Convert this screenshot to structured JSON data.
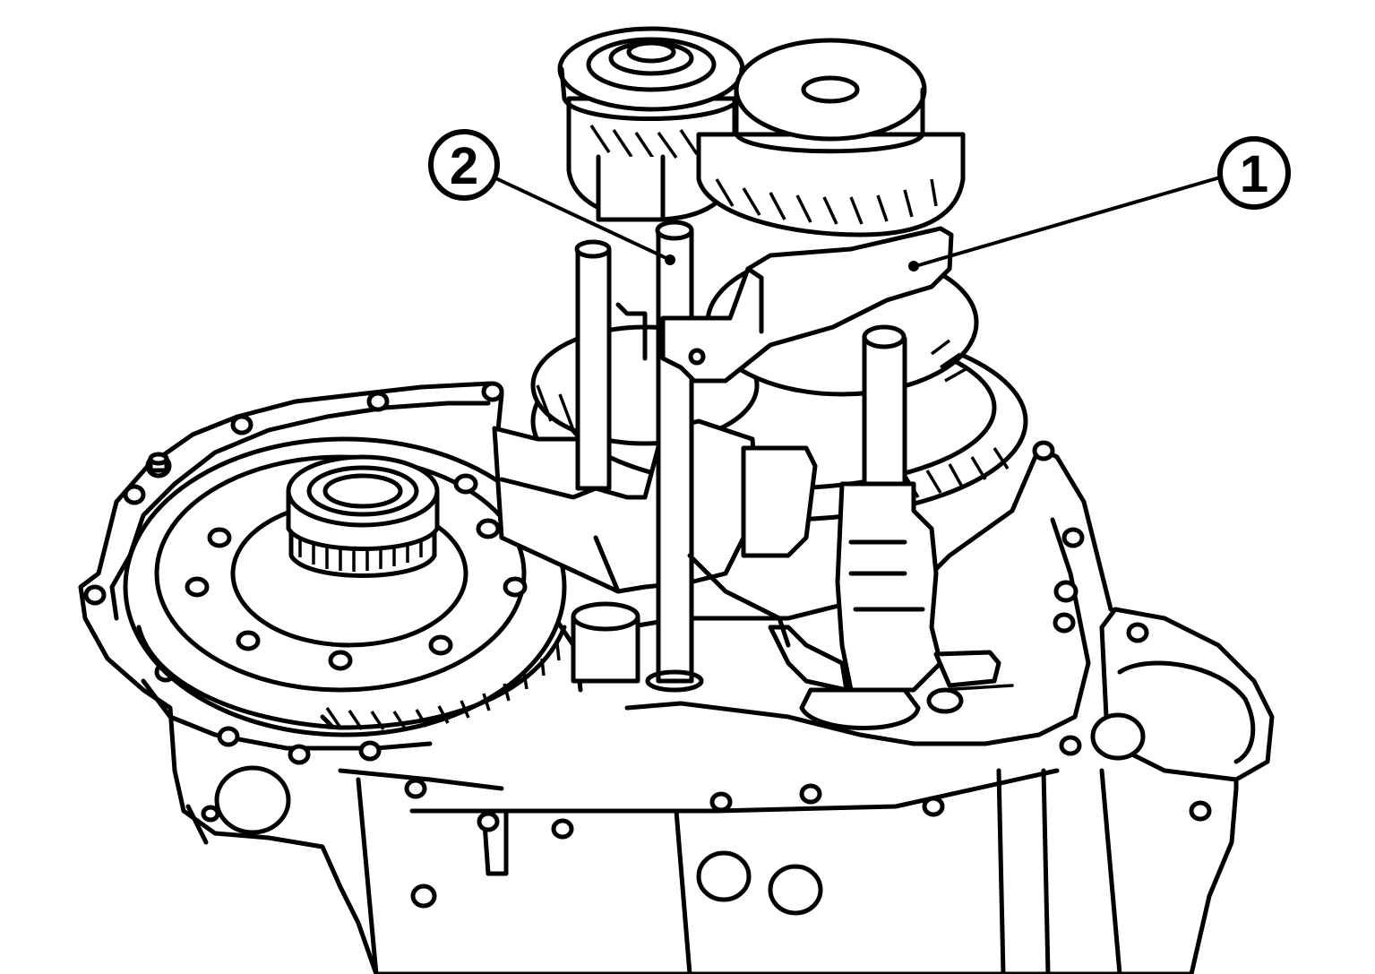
{
  "callouts": [
    {
      "id": "callout-2",
      "label": "2",
      "target": "shift-rod"
    },
    {
      "id": "callout-1",
      "label": "1",
      "target": "shift-fork"
    }
  ]
}
